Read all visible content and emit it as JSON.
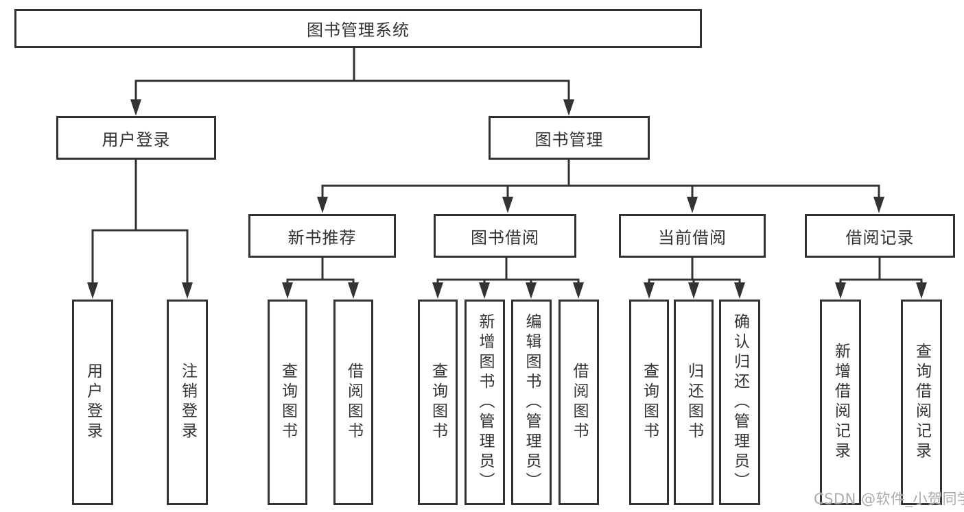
{
  "tree": {
    "label": "图书管理系统",
    "children": [
      {
        "label": "用户登录",
        "children": [
          {
            "label": "用户登录"
          },
          {
            "label": "注销登录"
          }
        ]
      },
      {
        "label": "图书管理",
        "children": [
          {
            "label": "新书推荐",
            "children": [
              {
                "label": "查询图书"
              },
              {
                "label": "借阅图书"
              }
            ]
          },
          {
            "label": "图书借阅",
            "children": [
              {
                "label": "查询图书"
              },
              {
                "label": "新增图书（管理员）"
              },
              {
                "label": "编辑图书（管理员）"
              },
              {
                "label": "借阅图书"
              }
            ]
          },
          {
            "label": "当前借阅",
            "children": [
              {
                "label": "查询图书"
              },
              {
                "label": "归还图书"
              },
              {
                "label": "确认归还（管理员）"
              }
            ]
          },
          {
            "label": "借阅记录",
            "children": [
              {
                "label": "新增借阅记录"
              },
              {
                "label": "查询借阅记录"
              }
            ]
          }
        ]
      }
    ]
  },
  "watermark": {
    "text": "CSDN @软件_小贺同学"
  },
  "colors": {
    "line": "#333333",
    "text": "#333333",
    "background": "#ffffff",
    "watermark": "#ababab"
  }
}
